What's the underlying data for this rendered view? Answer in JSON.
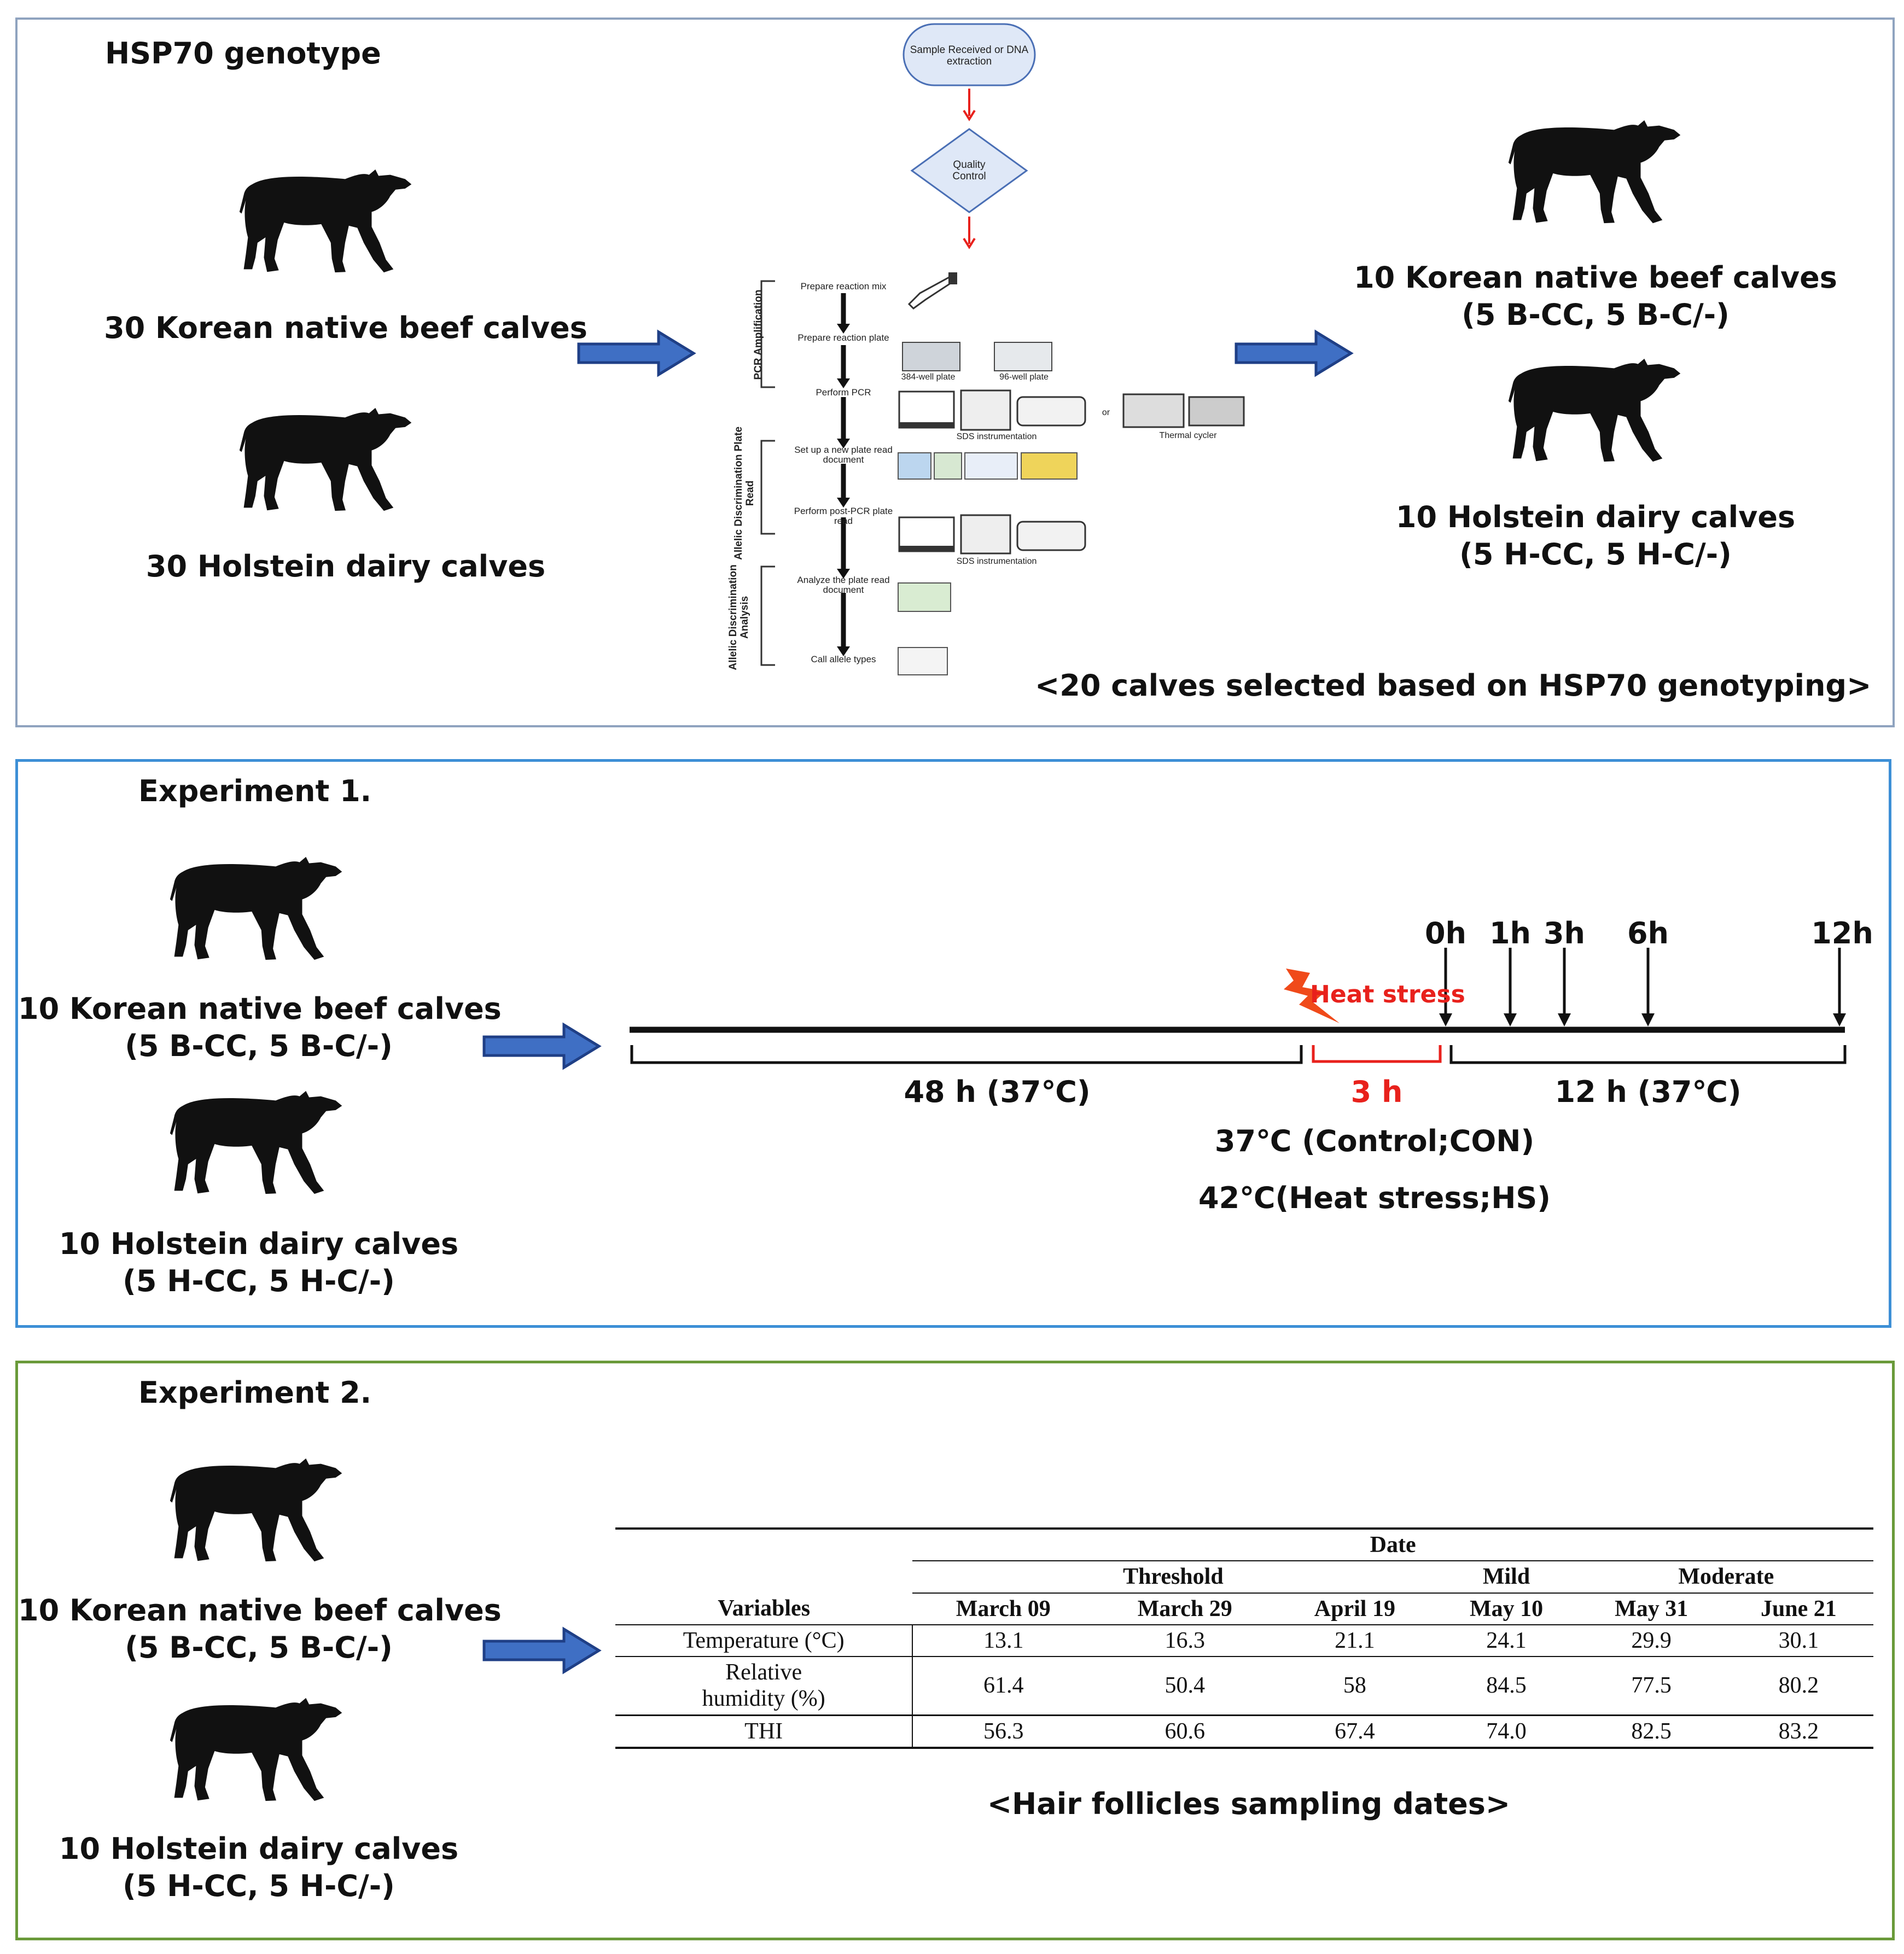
{
  "panel1": {
    "title": "HSP70 genotype",
    "left_groups": [
      "30 Korean native beef calves",
      "30 Holstein dairy calves"
    ],
    "flowchart": {
      "start": "Sample Received or DNA extraction",
      "decision": "Quality Control",
      "sections": [
        "PCR Amplification",
        "Allelic Discrimination Plate Read",
        "Allelic Discrimination Analysis"
      ],
      "steps": [
        "Prepare reaction mix",
        "Prepare reaction plate",
        "Perform PCR",
        "Set up a new plate read document",
        "Perform post-PCR plate read",
        "Analyze the plate read document",
        "Call allele types"
      ],
      "equipment": [
        "384-well plate",
        "96-well plate",
        "SDS instrumentation",
        "or",
        "Thermal cycler",
        "SDS instrumentation"
      ]
    },
    "right_groups": [
      {
        "name": "10 Korean native beef calves",
        "detail": "(5 B-CC, 5 B-C/-)"
      },
      {
        "name": "10 Holstein dairy calves",
        "detail": "(5 H-CC, 5 H-C/-)"
      }
    ],
    "caption": "<20 calves selected based on HSP70 genotyping>"
  },
  "panel2": {
    "title": "Experiment 1.",
    "groups": [
      {
        "name": "10 Korean native beef calves",
        "detail": "(5 B-CC, 5 B-C/-)"
      },
      {
        "name": "10 Holstein dairy calves",
        "detail": "(5 H-CC, 5 H-C/-)"
      }
    ],
    "timepoints": [
      "0h",
      "1h",
      "3h",
      "6h",
      "12h"
    ],
    "heat_label": "Heat stress",
    "periods": [
      "48 h (37℃)",
      "3 h",
      "12 h (37℃)"
    ],
    "conditions": [
      "37℃ (Control;CON)",
      "42℃(Heat stress;HS)"
    ]
  },
  "panel3": {
    "title": "Experiment 2.",
    "groups": [
      {
        "name": "10 Korean native beef calves",
        "detail": "(5 B-CC, 5 B-C/-)"
      },
      {
        "name": "10 Holstein dairy calves",
        "detail": "(5 H-CC, 5 H-C/-)"
      }
    ],
    "table": {
      "date_header": "Date",
      "categories": [
        "Threshold",
        "Mild",
        "Moderate"
      ],
      "variables_header": "Variables",
      "dates": [
        "March 09",
        "March 29",
        "April 19",
        "May 10",
        "May 31",
        "June 21"
      ],
      "rows": [
        {
          "label": "Temperature (°C)",
          "values": [
            "13.1",
            "16.3",
            "21.1",
            "24.1",
            "29.9",
            "30.1"
          ]
        },
        {
          "label_1": "Relative",
          "label_2": "humidity (%)",
          "values": [
            "61.4",
            "50.4",
            "58",
            "84.5",
            "77.5",
            "80.2"
          ]
        },
        {
          "label": "THI",
          "values": [
            "56.3",
            "60.6",
            "67.4",
            "74.0",
            "82.5",
            "83.2"
          ]
        }
      ]
    },
    "caption": "<Hair follicles sampling dates>"
  },
  "colors": {
    "panel1_border": "#8fa3bf",
    "panel2_border": "#3d8fd6",
    "panel3_border": "#6a9a3a",
    "arrow_fill": "#3f6fc4",
    "arrow_stroke": "#1f3f86",
    "heat_red": "#e8211c",
    "bolt": "#f04a1a",
    "flow_node_fill": "#dfe8f7",
    "flow_node_stroke": "#4a6fb5"
  }
}
